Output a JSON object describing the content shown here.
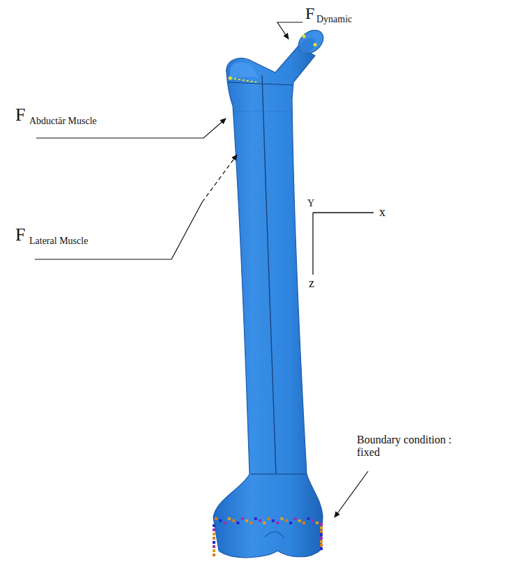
{
  "diagram": {
    "labels": [
      "F",
      "Dynamic",
      "F",
      "Abductär Muscle",
      "F",
      "Lateral Muscle",
      "Boundary condition : fixed",
      "Y",
      "x",
      "z"
    ]
  }
}
